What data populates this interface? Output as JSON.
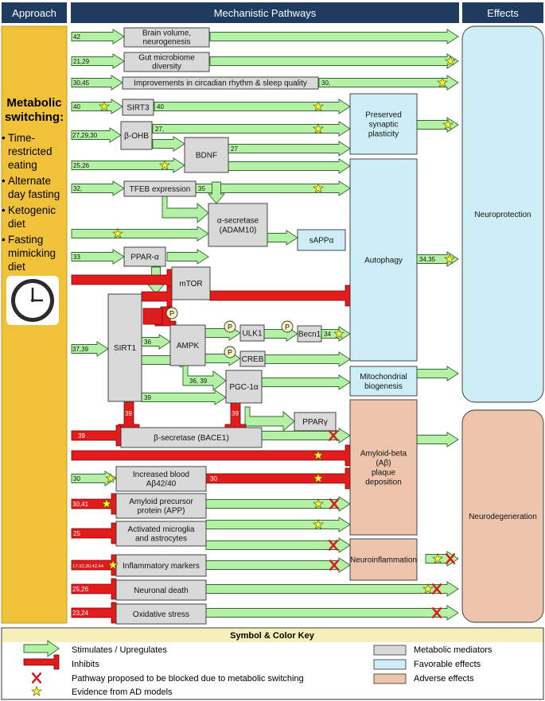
{
  "headers": {
    "approach": "Approach",
    "pathways": "Mechanistic Pathways",
    "effects": "Effects"
  },
  "sidebar": {
    "title": [
      "Metabolic",
      "switching:"
    ],
    "items": [
      [
        "Time-",
        "restricted",
        "eating"
      ],
      [
        "Alternate",
        "day fasting"
      ],
      [
        "Ketogenic",
        "diet"
      ],
      [
        "Fasting",
        "mimicking",
        "diet"
      ]
    ],
    "icon": "clock-icon"
  },
  "mediators": {
    "brain_volume": [
      "Brain volume,",
      "neurogenesis"
    ],
    "gut": [
      "Gut microbiome",
      "diversity"
    ],
    "circadian": [
      "Improvements in circadian rhythm & sleep quality"
    ],
    "sirt3": [
      "SIRT3"
    ],
    "bohb": [
      "β-OHB"
    ],
    "bdnf": [
      "BDNF"
    ],
    "tfeb": [
      "TFEB expression"
    ],
    "alpha_sec": [
      "α-secretase",
      "(ADAM10)"
    ],
    "ppara": [
      "PPAR-α"
    ],
    "mtor": [
      "mTOR"
    ],
    "sirt1": [
      "SIRT1"
    ],
    "ampk": [
      "AMPK"
    ],
    "ulk1": [
      "ULK1"
    ],
    "becn1": [
      "Becn1"
    ],
    "creb": [
      "CREB"
    ],
    "pgc1a": [
      "PGC-1α"
    ],
    "pparg": [
      "PPARγ"
    ],
    "bace1": [
      "β-secretase (BACE1)"
    ],
    "blood_ab": [
      "Increased blood",
      "Aβ42/40"
    ],
    "app": [
      "Amyloid precursor",
      "protein (APP)"
    ],
    "microglia": [
      "Activated microglia",
      "and astrocytes"
    ],
    "inflam_markers": [
      "Inflammatory markers"
    ],
    "neuronal_death": [
      "Neuronal death"
    ],
    "oxidative": [
      "Oxidative stress"
    ]
  },
  "favorable": {
    "synaptic": [
      "Preserved",
      "synaptic",
      "plasticity"
    ],
    "autophagy": [
      "Autophagy"
    ],
    "salpha": [
      "sAPPα"
    ],
    "mito": [
      "Mitochondrial",
      "biogenesis"
    ],
    "neuroprotection": [
      "Neuroprotection"
    ]
  },
  "adverse": {
    "amyloid": [
      "Amyloid-beta",
      "(Aβ)",
      "plaque",
      "deposition"
    ],
    "neuroinflammation": [
      "Neuroinflammation"
    ],
    "neurodegeneration": [
      "Neurodegeneration"
    ]
  },
  "refs": {
    "r42": "42",
    "r2129": "21,29",
    "r3045": "30,45",
    "r30c": "30,",
    "r40a": "40",
    "r40b": "40",
    "r272930": "27,29,30",
    "r27c": "27,",
    "r27": "27",
    "r2526a": "25,26",
    "r32": "32,",
    "r35": "35",
    "r33": "33",
    "r3435": "34,35",
    "r3739": "37,39",
    "r36a": "36",
    "r3639": "36, 39",
    "r34": "34",
    "r39a": "39",
    "r39b": "39",
    "r39c": "39",
    "r39d": "39",
    "r30": "30",
    "r30b": "30",
    "r3041": "30,41",
    "r25": "25",
    "r17": "17-22,30,42,44",
    "r2526b": "25,26",
    "r2324": "23,24"
  },
  "key": {
    "title": "Symbol & Color Key",
    "stimulates": "Stimulates / Upregulates",
    "inhibits": "Inhibits",
    "blocked": "Pathway proposed to be blocked due to metabolic switching",
    "evidence": "Evidence from AD models",
    "mediators": "Metabolic mediators",
    "favorable": "Favorable effects",
    "adverse": "Adverse effects"
  },
  "colors": {
    "header": "#1f3b60",
    "sidebar": "#f0c23a",
    "green_fill": "#b4f0a6",
    "red_fill": "#e21b1b",
    "mediator": "#d9d9d9",
    "favorable": "#cdeef7",
    "adverse": "#edc4ac",
    "key_title_bg": "#f4f0b8"
  }
}
